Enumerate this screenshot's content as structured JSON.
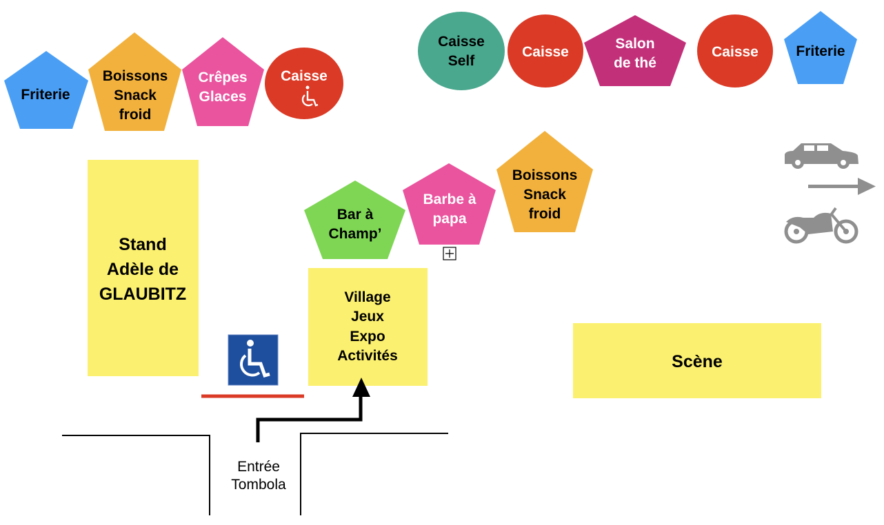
{
  "colors": {
    "blue": "#4a9ff5",
    "orange": "#f2b13c",
    "pink": "#ea539e",
    "red": "#da3a26",
    "teal": "#4aa88e",
    "magenta": "#c2307a",
    "green": "#7ed654",
    "yellow": "#fbf06f",
    "accessible_blue": "#1e4f9e",
    "vehicle_gray": "#8f8f8f"
  },
  "stalls": {
    "friterie_left": [
      "Friterie"
    ],
    "boissons_left": [
      "Boissons",
      "Snack",
      "froid"
    ],
    "crepes": [
      "Crêpes",
      "Glaces"
    ],
    "caisse_accessible": [
      "Caisse"
    ],
    "caisse_self": [
      "Caisse",
      "Self"
    ],
    "caisse_center": [
      "Caisse"
    ],
    "salon_the": [
      "Salon",
      "de thé"
    ],
    "caisse_right": [
      "Caisse"
    ],
    "friterie_right": [
      "Friterie"
    ],
    "bar_champ": [
      "Bar à",
      "Champ’"
    ],
    "barbe_papa": [
      "Barbe à",
      "papa"
    ],
    "boissons_center": [
      "Boissons",
      "Snack",
      "froid"
    ]
  },
  "areas": {
    "stand": [
      "Stand",
      "Adèle de",
      "GLAUBITZ"
    ],
    "village": [
      "Village",
      "Jeux",
      "Expo",
      "Activités"
    ],
    "scene": [
      "Scène"
    ]
  },
  "entrance": [
    "Entrée",
    "Tombola"
  ],
  "icons": [
    "wheelchair-icon",
    "car-icon",
    "motorcycle-icon",
    "arrow-right-icon",
    "plus-box-icon"
  ]
}
